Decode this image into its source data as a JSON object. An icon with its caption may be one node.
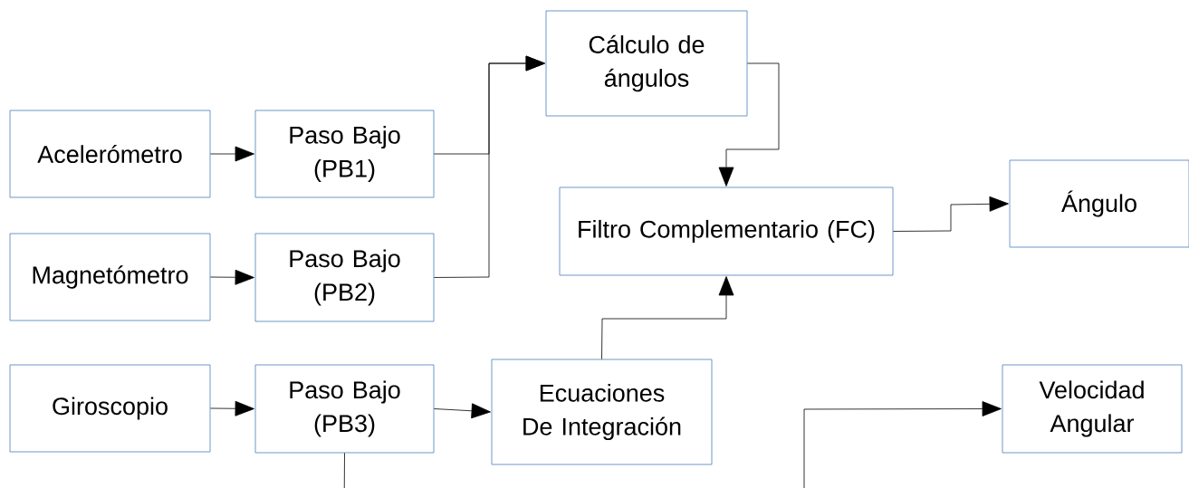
{
  "diagram": {
    "nodes": [
      {
        "text": [
          "Acelerómetro"
        ]
      },
      {
        "text": [
          "Paso Bajo (PB1)"
        ]
      },
      {
        "text": [
          "Magnetómetro"
        ]
      },
      {
        "text": [
          "Paso Bajo (PB2)"
        ]
      },
      {
        "text": [
          "Giroscopio"
        ]
      },
      {
        "text": [
          "Paso Bajo (PB3)"
        ]
      },
      {
        "text": [
          "Cálculo de ángulos"
        ]
      },
      {
        "text": [
          "Filtro Complementario (FC)"
        ]
      },
      {
        "text": [
          "Ángulo"
        ]
      },
      {
        "text": [
          "Ecuaciones De Integración"
        ]
      },
      {
        "text": [
          "Velocidad Angular"
        ]
      }
    ],
    "edges": [
      {
        "from": 0,
        "to": 1,
        "arrow": "to"
      },
      {
        "from": 2,
        "to": 3,
        "arrow": "to"
      },
      {
        "from": 4,
        "to": 5,
        "arrow": "to"
      },
      {
        "from": 1,
        "to": 6,
        "arrow": "to"
      },
      {
        "from": 3,
        "to": 6,
        "arrow": "to"
      },
      {
        "from": 6,
        "to": 7,
        "arrow": "to"
      },
      {
        "from": 9,
        "to": 7,
        "arrow": "to"
      },
      {
        "from": 7,
        "to": 8,
        "arrow": "to"
      },
      {
        "from": 5,
        "to": 9,
        "arrow": "to"
      },
      {
        "from": 5,
        "to": 10,
        "arrow": "to"
      }
    ]
  }
}
